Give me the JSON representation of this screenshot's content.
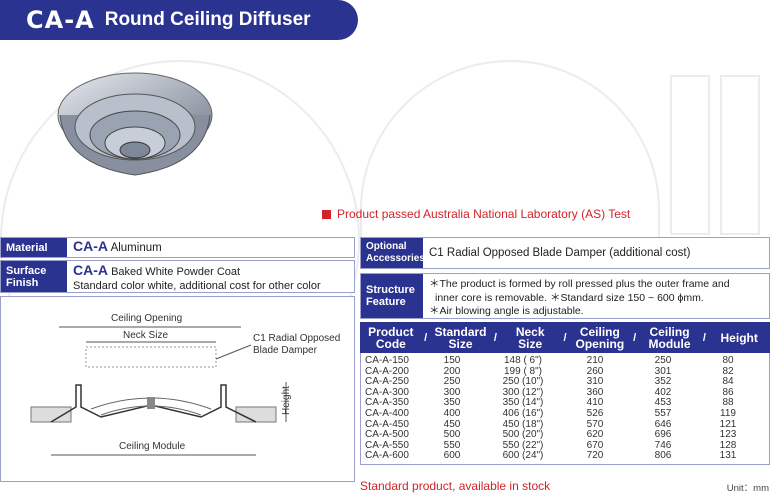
{
  "title": {
    "code": "CA-A",
    "name": "Round Ceiling Diffuser"
  },
  "notice": "Product passed Australia National Laboratory (AS) Test",
  "material": {
    "label": "Material",
    "code": "CA-A",
    "value": "Aluminum"
  },
  "surface": {
    "label_1": "Surface",
    "label_2": "Finish",
    "code": "CA-A",
    "value": "Baked White Powder Coat",
    "note": "Standard color white, additional cost for other color"
  },
  "optional": {
    "label_1": "Optional",
    "label_2": "Accessories",
    "value": "C1 Radial Opposed Blade Damper (additional cost)"
  },
  "structure": {
    "label_1": "Structure",
    "label_2": "Feature",
    "line1": "＊The product is formed by roll pressed plus the outer frame and",
    "line2": "inner core is removable.  ＊Standard size 150 ~ 600 ϕmm.",
    "line3": "＊Air blowing angle is adjustable."
  },
  "diagram": {
    "ceiling_opening": "Ceiling Opening",
    "neck_size": "Neck Size",
    "damper_1": "C1 Radial Opposed",
    "damper_2": "Blade Damper",
    "height": "Height",
    "ceiling_module": "Ceiling Module"
  },
  "table": {
    "headers": [
      [
        "Product",
        "Code"
      ],
      [
        "Standard",
        "Size"
      ],
      [
        "Neck",
        "Size"
      ],
      [
        "Ceiling",
        "Opening"
      ],
      [
        "Ceiling",
        "Module"
      ],
      [
        "Height",
        ""
      ]
    ],
    "rows": [
      [
        "CA-A-150",
        "150",
        "148 ( 6\")",
        "210",
        "250",
        "80"
      ],
      [
        "CA-A-200",
        "200",
        "199 ( 8\")",
        "260",
        "301",
        "82"
      ],
      [
        "CA-A-250",
        "250",
        "250 (10\")",
        "310",
        "352",
        "84"
      ],
      [
        "CA-A-300",
        "300",
        "300 (12\")",
        "360",
        "402",
        "86"
      ],
      [
        "CA-A-350",
        "350",
        "350 (14\")",
        "410",
        "453",
        "88"
      ],
      [
        "CA-A-400",
        "400",
        "406 (16\")",
        "526",
        "557",
        "119"
      ],
      [
        "CA-A-450",
        "450",
        "450 (18\")",
        "570",
        "646",
        "121"
      ],
      [
        "CA-A-500",
        "500",
        "500 (20\")",
        "620",
        "696",
        "123"
      ],
      [
        "CA-A-550",
        "550",
        "550 (22\")",
        "670",
        "746",
        "128"
      ],
      [
        "CA-A-600",
        "600",
        "600 (24\")",
        "720",
        "806",
        "131"
      ]
    ]
  },
  "footer": "Standard product, available in stock",
  "unit": "Unit：mm",
  "colors": {
    "navy": "#2b3390",
    "red": "#d2232a"
  }
}
